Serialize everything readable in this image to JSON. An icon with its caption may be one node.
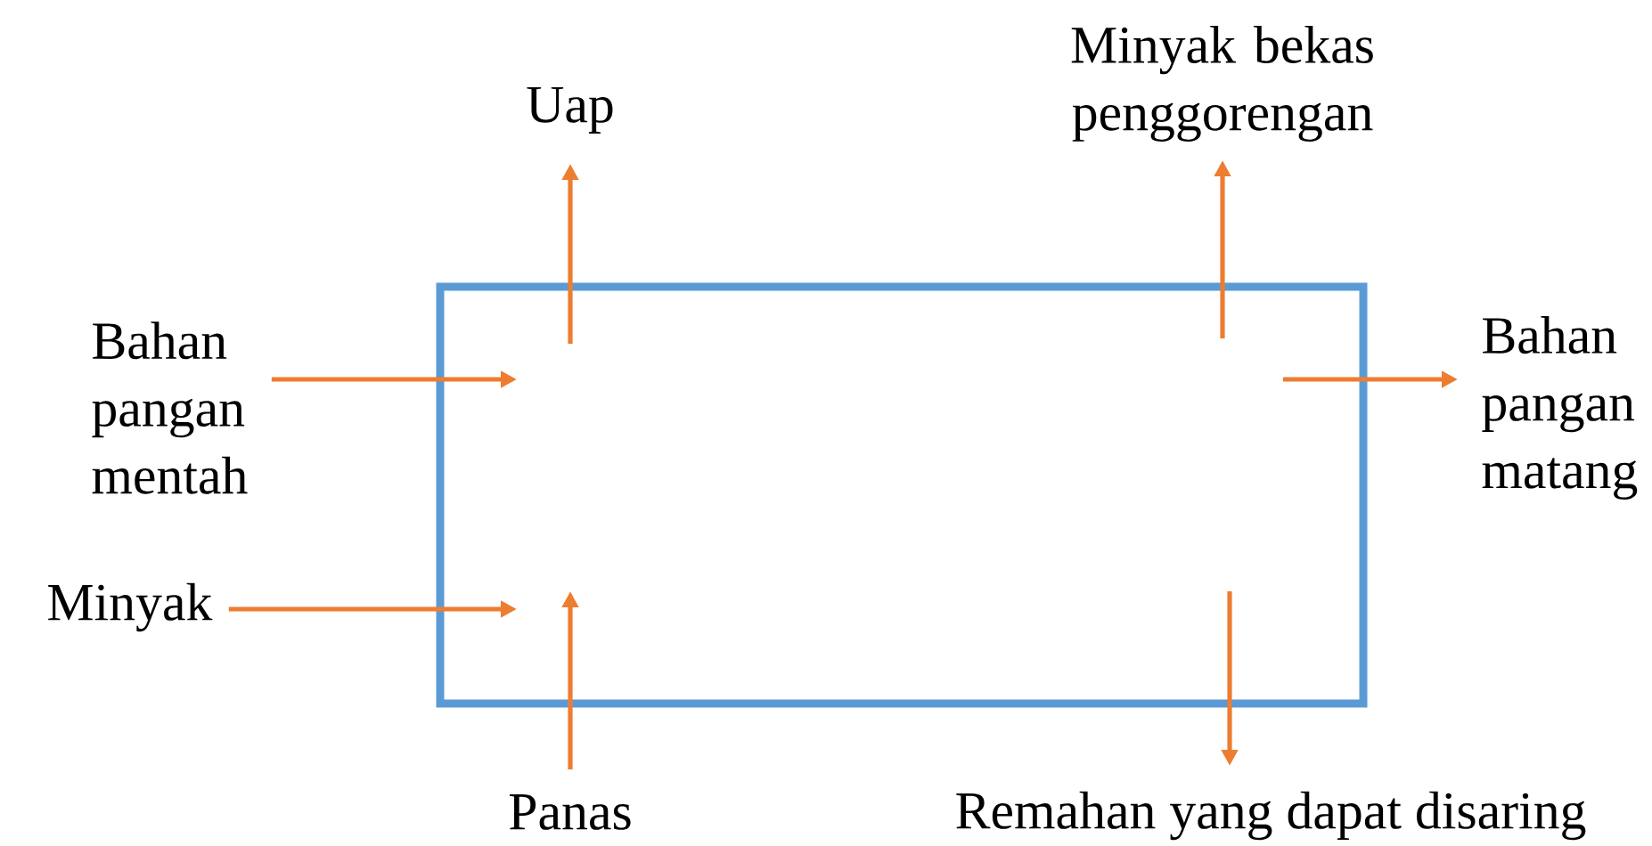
{
  "diagram": {
    "nodes": [
      {
        "text": [],
        "shape": "box"
      },
      {
        "text": [
          "Bahan pangan mentah"
        ]
      },
      {
        "text": [
          "Minyak"
        ]
      },
      {
        "text": [
          "Uap"
        ]
      },
      {
        "text": [
          "Minyak bekas penggorengan"
        ]
      },
      {
        "text": [
          "Bahan pangan matang"
        ]
      },
      {
        "text": [
          "Panas"
        ]
      },
      {
        "text": [
          "Remahan yang dapat disaring"
        ]
      }
    ],
    "edges": [
      {
        "from": 1,
        "to": 0,
        "arrow": "to"
      },
      {
        "from": 2,
        "to": 0,
        "arrow": "to"
      },
      {
        "from": 6,
        "to": 0,
        "arrow": "to"
      },
      {
        "from": 0,
        "to": 3,
        "arrow": "to"
      },
      {
        "from": 0,
        "to": 4,
        "arrow": "to"
      },
      {
        "from": 0,
        "to": 5,
        "arrow": "to"
      },
      {
        "from": 0,
        "to": 7,
        "arrow": "to"
      }
    ]
  }
}
